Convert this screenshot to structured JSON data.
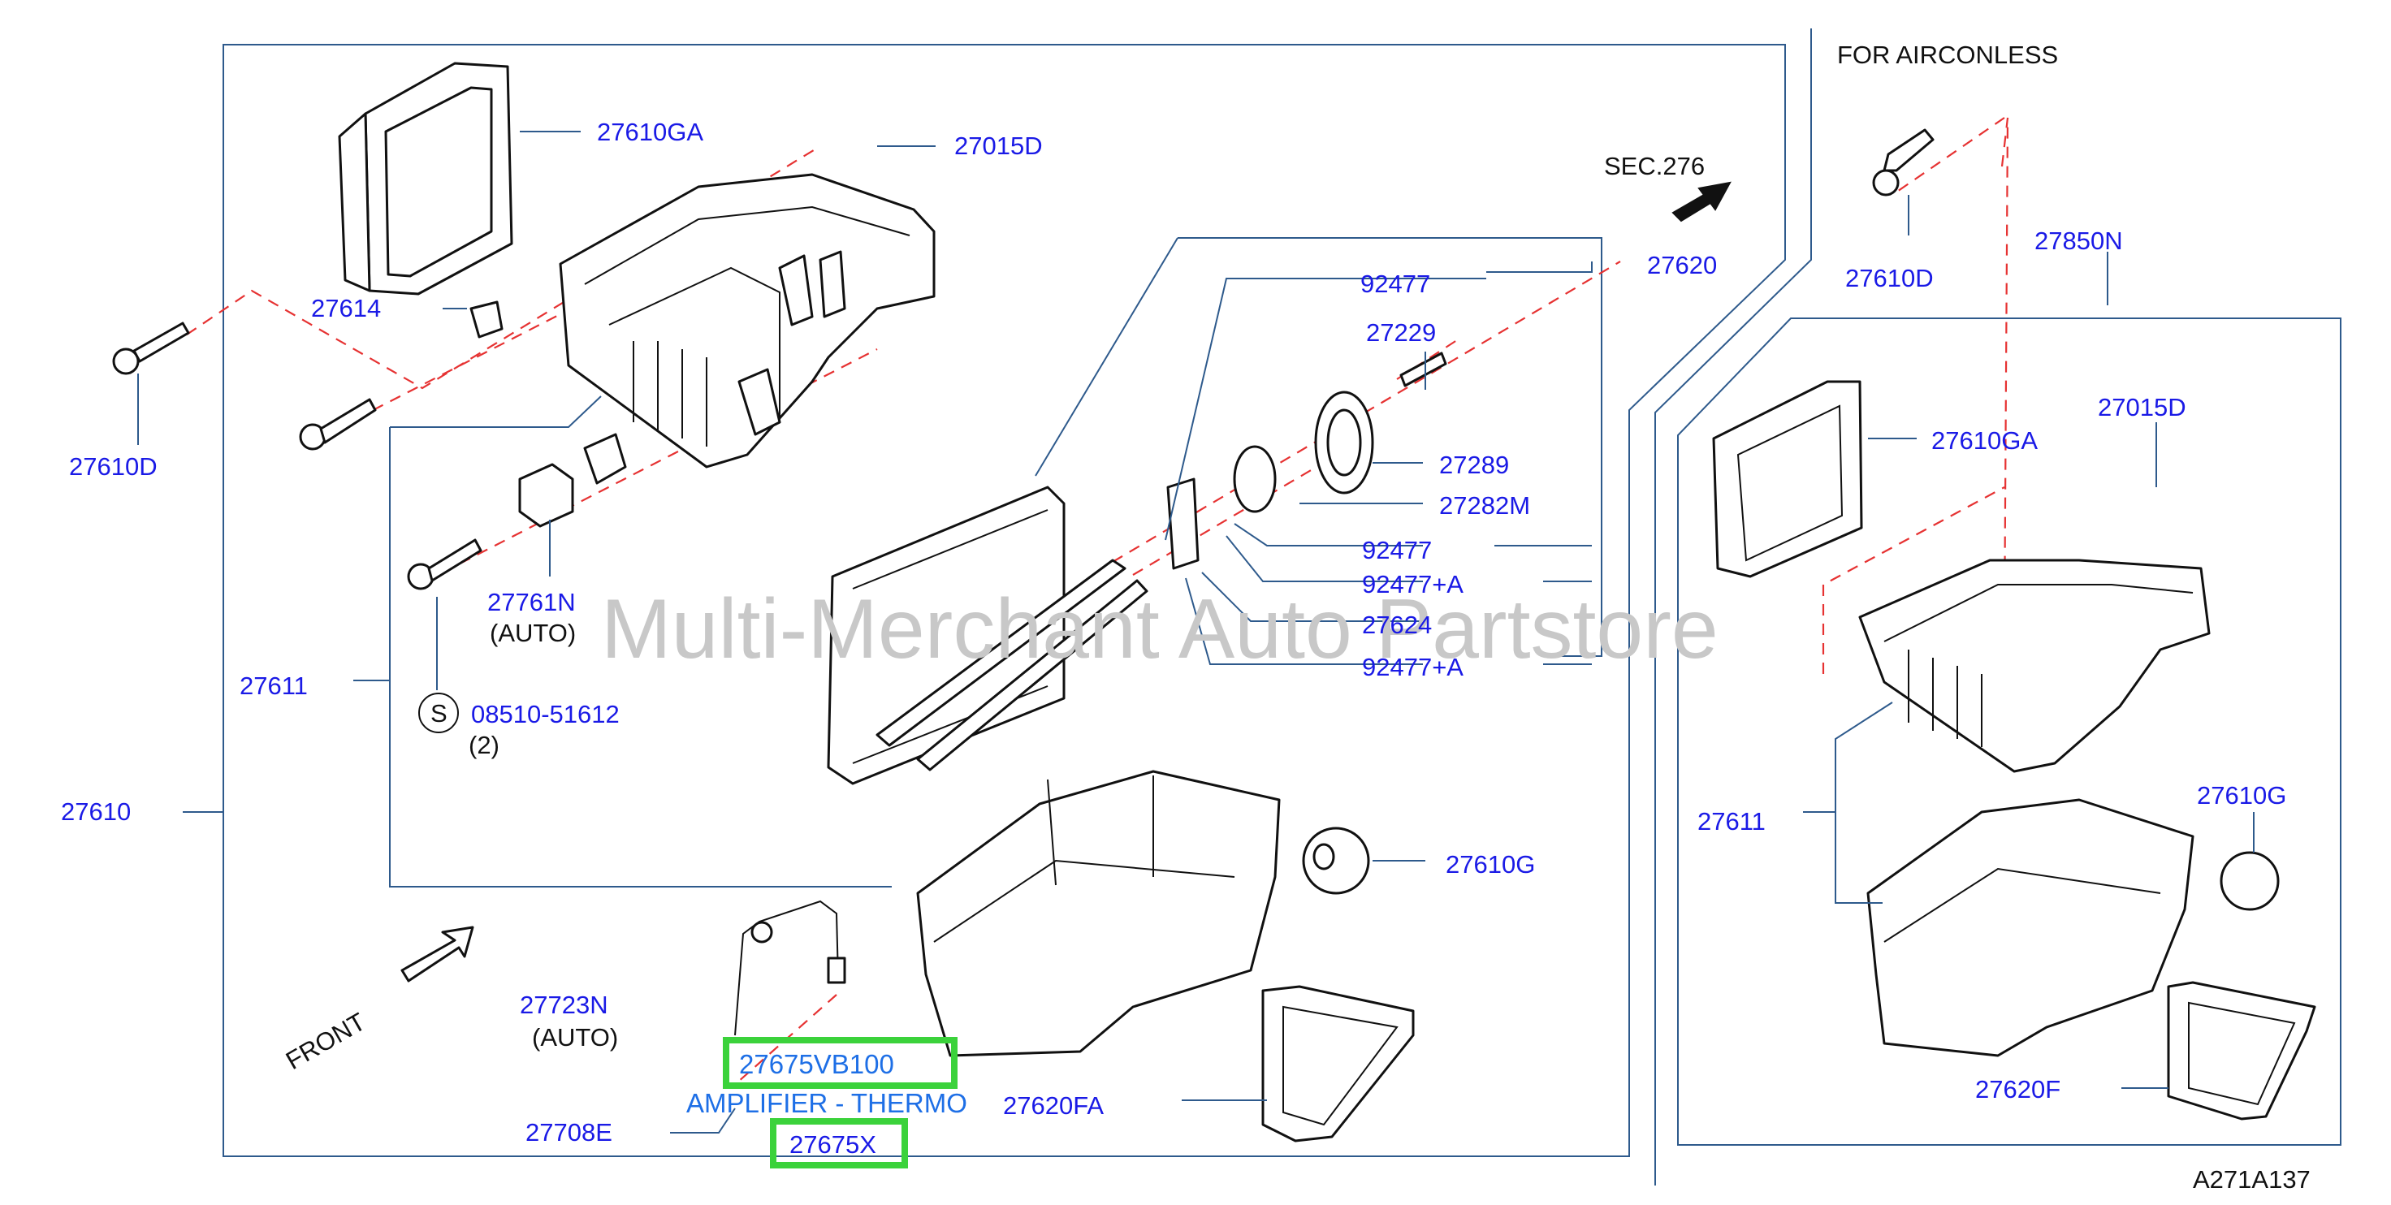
{
  "header": {
    "for_airconless": "FOR AIRCONLESS"
  },
  "watermark": "Multi-Merchant Auto Partstore",
  "diagram_code": "A271A137",
  "direction": {
    "front": "FRONT",
    "sec": "SEC.276"
  },
  "left_parts": {
    "p27610GA": "27610GA",
    "p27015D": "27015D",
    "p27614": "27614",
    "p27610D": "27610D",
    "p27620": "27620",
    "p92477_top": "92477",
    "p27229": "27229",
    "p27289": "27289",
    "p27282M": "27282M",
    "p92477_mid": "92477",
    "p92477A_1": "92477+A",
    "p27624": "27624",
    "p92477A_2": "92477+A",
    "p27761N": "27761N",
    "p27761N_note": "(AUTO)",
    "p27611": "27611",
    "screw_symbol": "S",
    "p08510": "08510-51612",
    "p08510_qty": "(2)",
    "p27610": "27610",
    "p27610G": "27610G",
    "p27723N": "27723N",
    "p27723N_note": "(AUTO)",
    "p27675VB100": "27675VB100",
    "amplifier_label": "AMPLIFIER - THERMO",
    "p27620FA": "27620FA",
    "p27708E": "27708E",
    "p27675X": "27675X"
  },
  "right_parts": {
    "p27610D": "27610D",
    "p27850N": "27850N",
    "p27015D": "27015D",
    "p27610GA": "27610GA",
    "p27611": "27611",
    "p27610G": "27610G",
    "p27620F": "27620F"
  },
  "colors": {
    "label": "#1a1ae6",
    "frame": "#2e5a8c",
    "centerline": "#e63232",
    "highlight": "#3bd23b",
    "link": "#1e6fe6"
  }
}
